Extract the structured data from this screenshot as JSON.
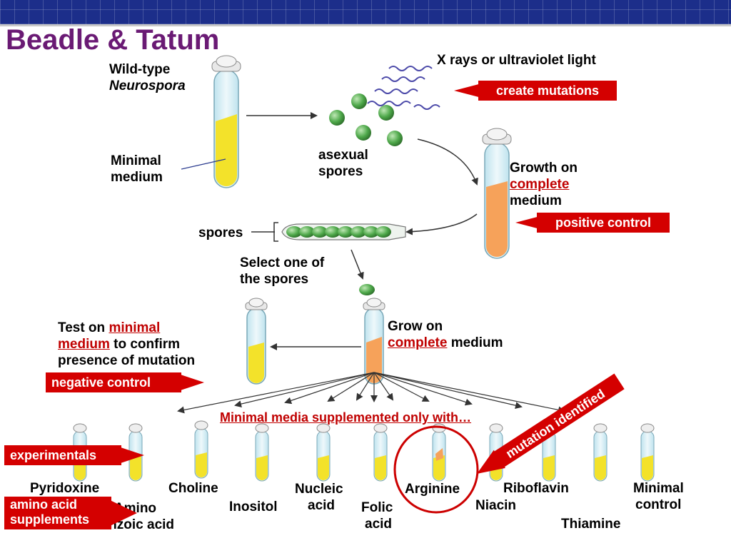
{
  "title": "Beadle & Tatum",
  "labels": {
    "wild_type": "Wild-type",
    "neurospora": "Neurospora",
    "minimal_medium_1": "Minimal",
    "minimal_medium_2": "medium",
    "xrays": "X rays or ultraviolet light",
    "asexual_1": "asexual",
    "asexual_2": "spores",
    "growth_on": "Growth on",
    "complete": "complete",
    "medium": "medium",
    "spores": "spores",
    "select_1": "Select one of",
    "select_2": "the spores",
    "grow_on": "Grow on",
    "grow_complete": "complete",
    "grow_medium": " medium",
    "test_on": "Test on ",
    "test_minimal": "minimal",
    "test_medium": "medium",
    "test_confirm": " to confirm",
    "test_presence": "presence of mutation",
    "supplemented": "Minimal media supplemented only with…"
  },
  "callouts": {
    "create_mutations": "create mutations",
    "positive_control": "positive control",
    "negative_control": "negative control",
    "experimentals": "experimentals",
    "amino_acid_1": "amino acid",
    "amino_acid_2": "supplements",
    "mutation_identified": "mutation identified"
  },
  "supplements": {
    "pyridoxine": "Pyridoxine",
    "paba_1": "p-Amino",
    "paba_2": "benzoic acid",
    "choline": "Choline",
    "inositol": "Inositol",
    "nucleic_1": "Nucleic",
    "nucleic_2": "acid",
    "folic_1": "Folic",
    "folic_2": "acid",
    "arginine": "Arginine",
    "niacin": "Niacin",
    "riboflavin": "Riboflavin",
    "thiamine": "Thiamine",
    "minimal_1": "Minimal",
    "minimal_2": "control"
  },
  "colors": {
    "header_blue": "#1c2e8a",
    "title_purple": "#6a1a74",
    "callout_red": "#d40000",
    "medium_yellow": "#f3e22a",
    "medium_orange": "#f6a25a",
    "spore_green": "#4ea84a"
  }
}
